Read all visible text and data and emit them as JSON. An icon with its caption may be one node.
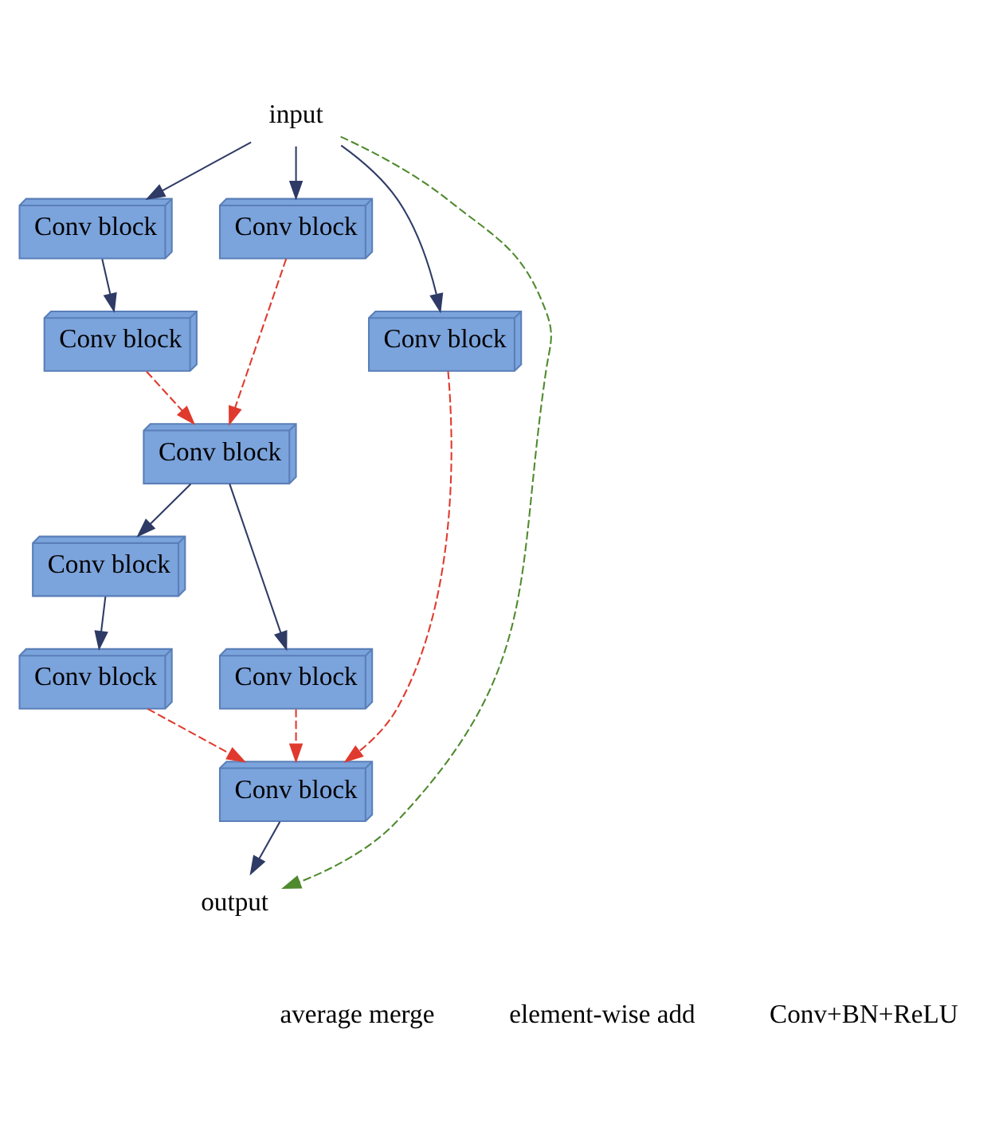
{
  "diagram": {
    "nodes": [
      {
        "text": [
          "input"
        ]
      },
      {
        "text": [
          "Conv block"
        ]
      },
      {
        "text": [
          "Conv block"
        ]
      },
      {
        "text": [
          "Conv block"
        ]
      },
      {
        "text": [
          "Conv block"
        ]
      },
      {
        "text": [
          "Conv block"
        ]
      },
      {
        "text": [
          "Conv block"
        ]
      },
      {
        "text": [
          "Conv block"
        ]
      },
      {
        "text": [
          "Conv block"
        ]
      },
      {
        "text": [
          "Conv block"
        ]
      },
      {
        "text": [
          "output"
        ]
      }
    ],
    "edges": [
      {
        "from": 0,
        "to": 1,
        "arrow": "to"
      },
      {
        "from": 0,
        "to": 2,
        "arrow": "to"
      },
      {
        "from": 0,
        "to": 4,
        "arrow": "to"
      },
      {
        "from": 1,
        "to": 3,
        "arrow": "to"
      },
      {
        "from": 3,
        "to": 5,
        "arrow": "to",
        "style": "dashed",
        "color": "#e03a2e"
      },
      {
        "from": 2,
        "to": 5,
        "arrow": "to",
        "style": "dashed",
        "color": "#e03a2e"
      },
      {
        "from": 5,
        "to": 6,
        "arrow": "to"
      },
      {
        "from": 5,
        "to": 7,
        "arrow": "to"
      },
      {
        "from": 6,
        "to": 8,
        "arrow": "to"
      },
      {
        "from": 8,
        "to": 9,
        "arrow": "to",
        "style": "dashed",
        "color": "#e03a2e"
      },
      {
        "from": 7,
        "to": 9,
        "arrow": "to",
        "style": "dashed",
        "color": "#e03a2e"
      },
      {
        "from": 4,
        "to": 9,
        "arrow": "to",
        "style": "dashed",
        "color": "#e03a2e"
      },
      {
        "from": 9,
        "to": 10,
        "arrow": "to"
      },
      {
        "from": 0,
        "to": 10,
        "arrow": "to",
        "style": "dashed",
        "color": "#4f8a2e"
      }
    ],
    "legend": [
      {
        "text": "average merge"
      },
      {
        "text": "element-wise add"
      },
      {
        "text": "Conv+BN+ReLU"
      }
    ]
  }
}
